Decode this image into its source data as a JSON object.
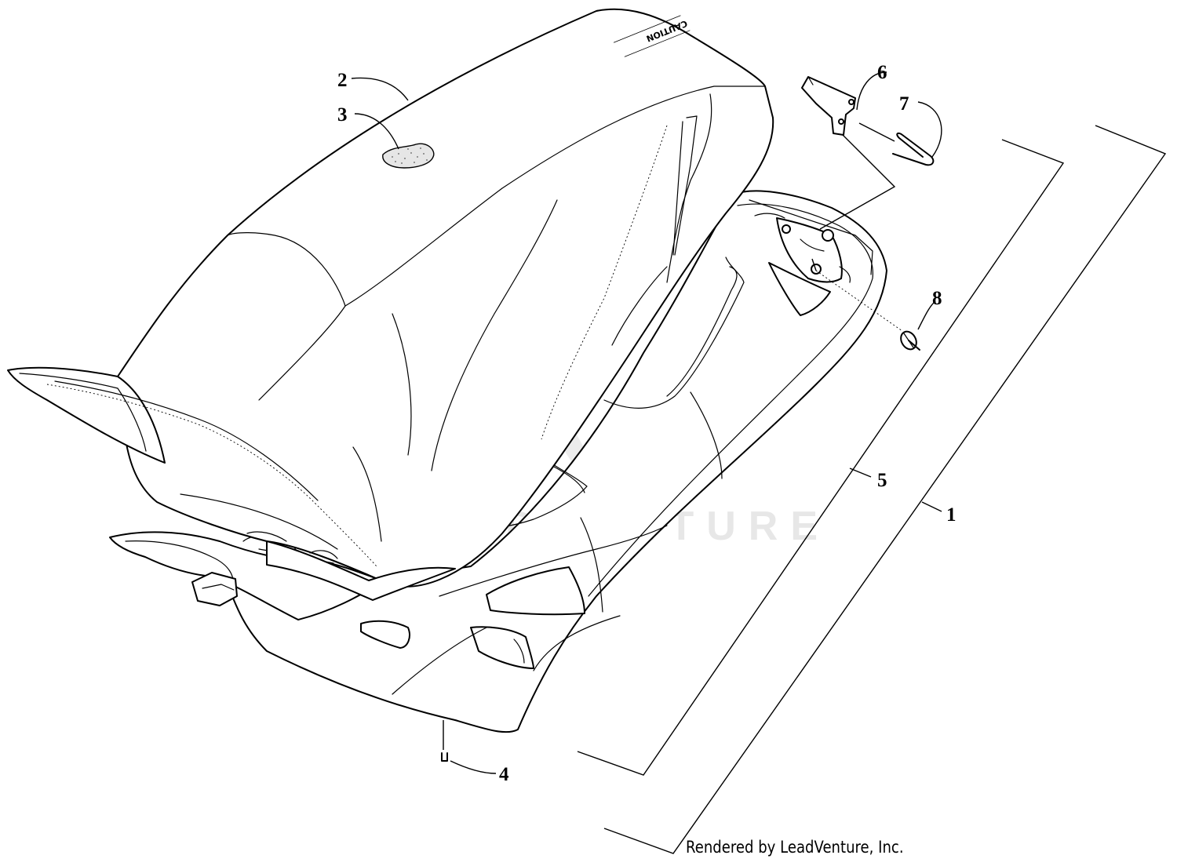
{
  "diagram": {
    "callouts": [
      {
        "id": "1",
        "label": "1"
      },
      {
        "id": "2",
        "label": "2"
      },
      {
        "id": "3",
        "label": "3"
      },
      {
        "id": "4",
        "label": "4"
      },
      {
        "id": "5",
        "label": "5"
      },
      {
        "id": "6",
        "label": "6"
      },
      {
        "id": "7",
        "label": "7"
      },
      {
        "id": "8",
        "label": "8"
      }
    ],
    "watermark": "LEADVENTURE",
    "seat_decal": "CAUTION"
  },
  "footer": {
    "credit": "Rendered by LeadVenture, Inc."
  }
}
